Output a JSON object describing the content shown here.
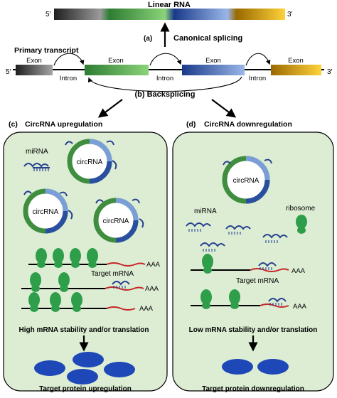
{
  "linear_rna": {
    "title": "Linear RNA",
    "end5": "5′",
    "end3": "3′"
  },
  "steps": {
    "a_label": "(a)",
    "a_text": "Canonical splicing",
    "b_text": "(b)  Backsplicing"
  },
  "primary": {
    "title": "Primary transcript",
    "end5": "5′",
    "end3": "3′",
    "exons": [
      "Exon",
      "Exon",
      "Exon",
      "Exon"
    ],
    "introns": [
      "Intron",
      "Intron",
      "Intron"
    ]
  },
  "panel_c": {
    "label": "(c)",
    "title": "CircRNA upregulation",
    "mirna_label": "miRNA",
    "circrna_labels": [
      "circRNA",
      "circRNA",
      "circRNA"
    ],
    "mrna_poly": [
      "AAA",
      "AAA",
      "AAA"
    ],
    "target_mrna_label": "Target mRNA",
    "outcome": "High mRNA stability and/or translation",
    "protein_result": "Target protein upregulation"
  },
  "panel_d": {
    "label": "(d)",
    "title": "CircRNA downregulation",
    "circrna_label": "circRNA",
    "mirna_label": "miRNA",
    "ribosome_label": "ribosome",
    "mrna_poly": [
      "AAA",
      "AAA"
    ],
    "target_mrna_label": "Target mRNA",
    "outcome": "Low mRNA stability and/or translation",
    "protein_result": "Target protein downregulation"
  },
  "colors": {
    "cell_fill": "#dcedd3",
    "exon1": "#3a3a3a",
    "exon2": "#4caf50",
    "exon3": "#2a4fa0",
    "exon4": "#d6a21c",
    "circ_green": "#3f8d3f",
    "circ_blue": "#2a4fa0",
    "mirna": "#26418f",
    "ribosome": "#2e9e4a",
    "mrna_tail": "#c62828",
    "protein": "#1e47b8"
  }
}
